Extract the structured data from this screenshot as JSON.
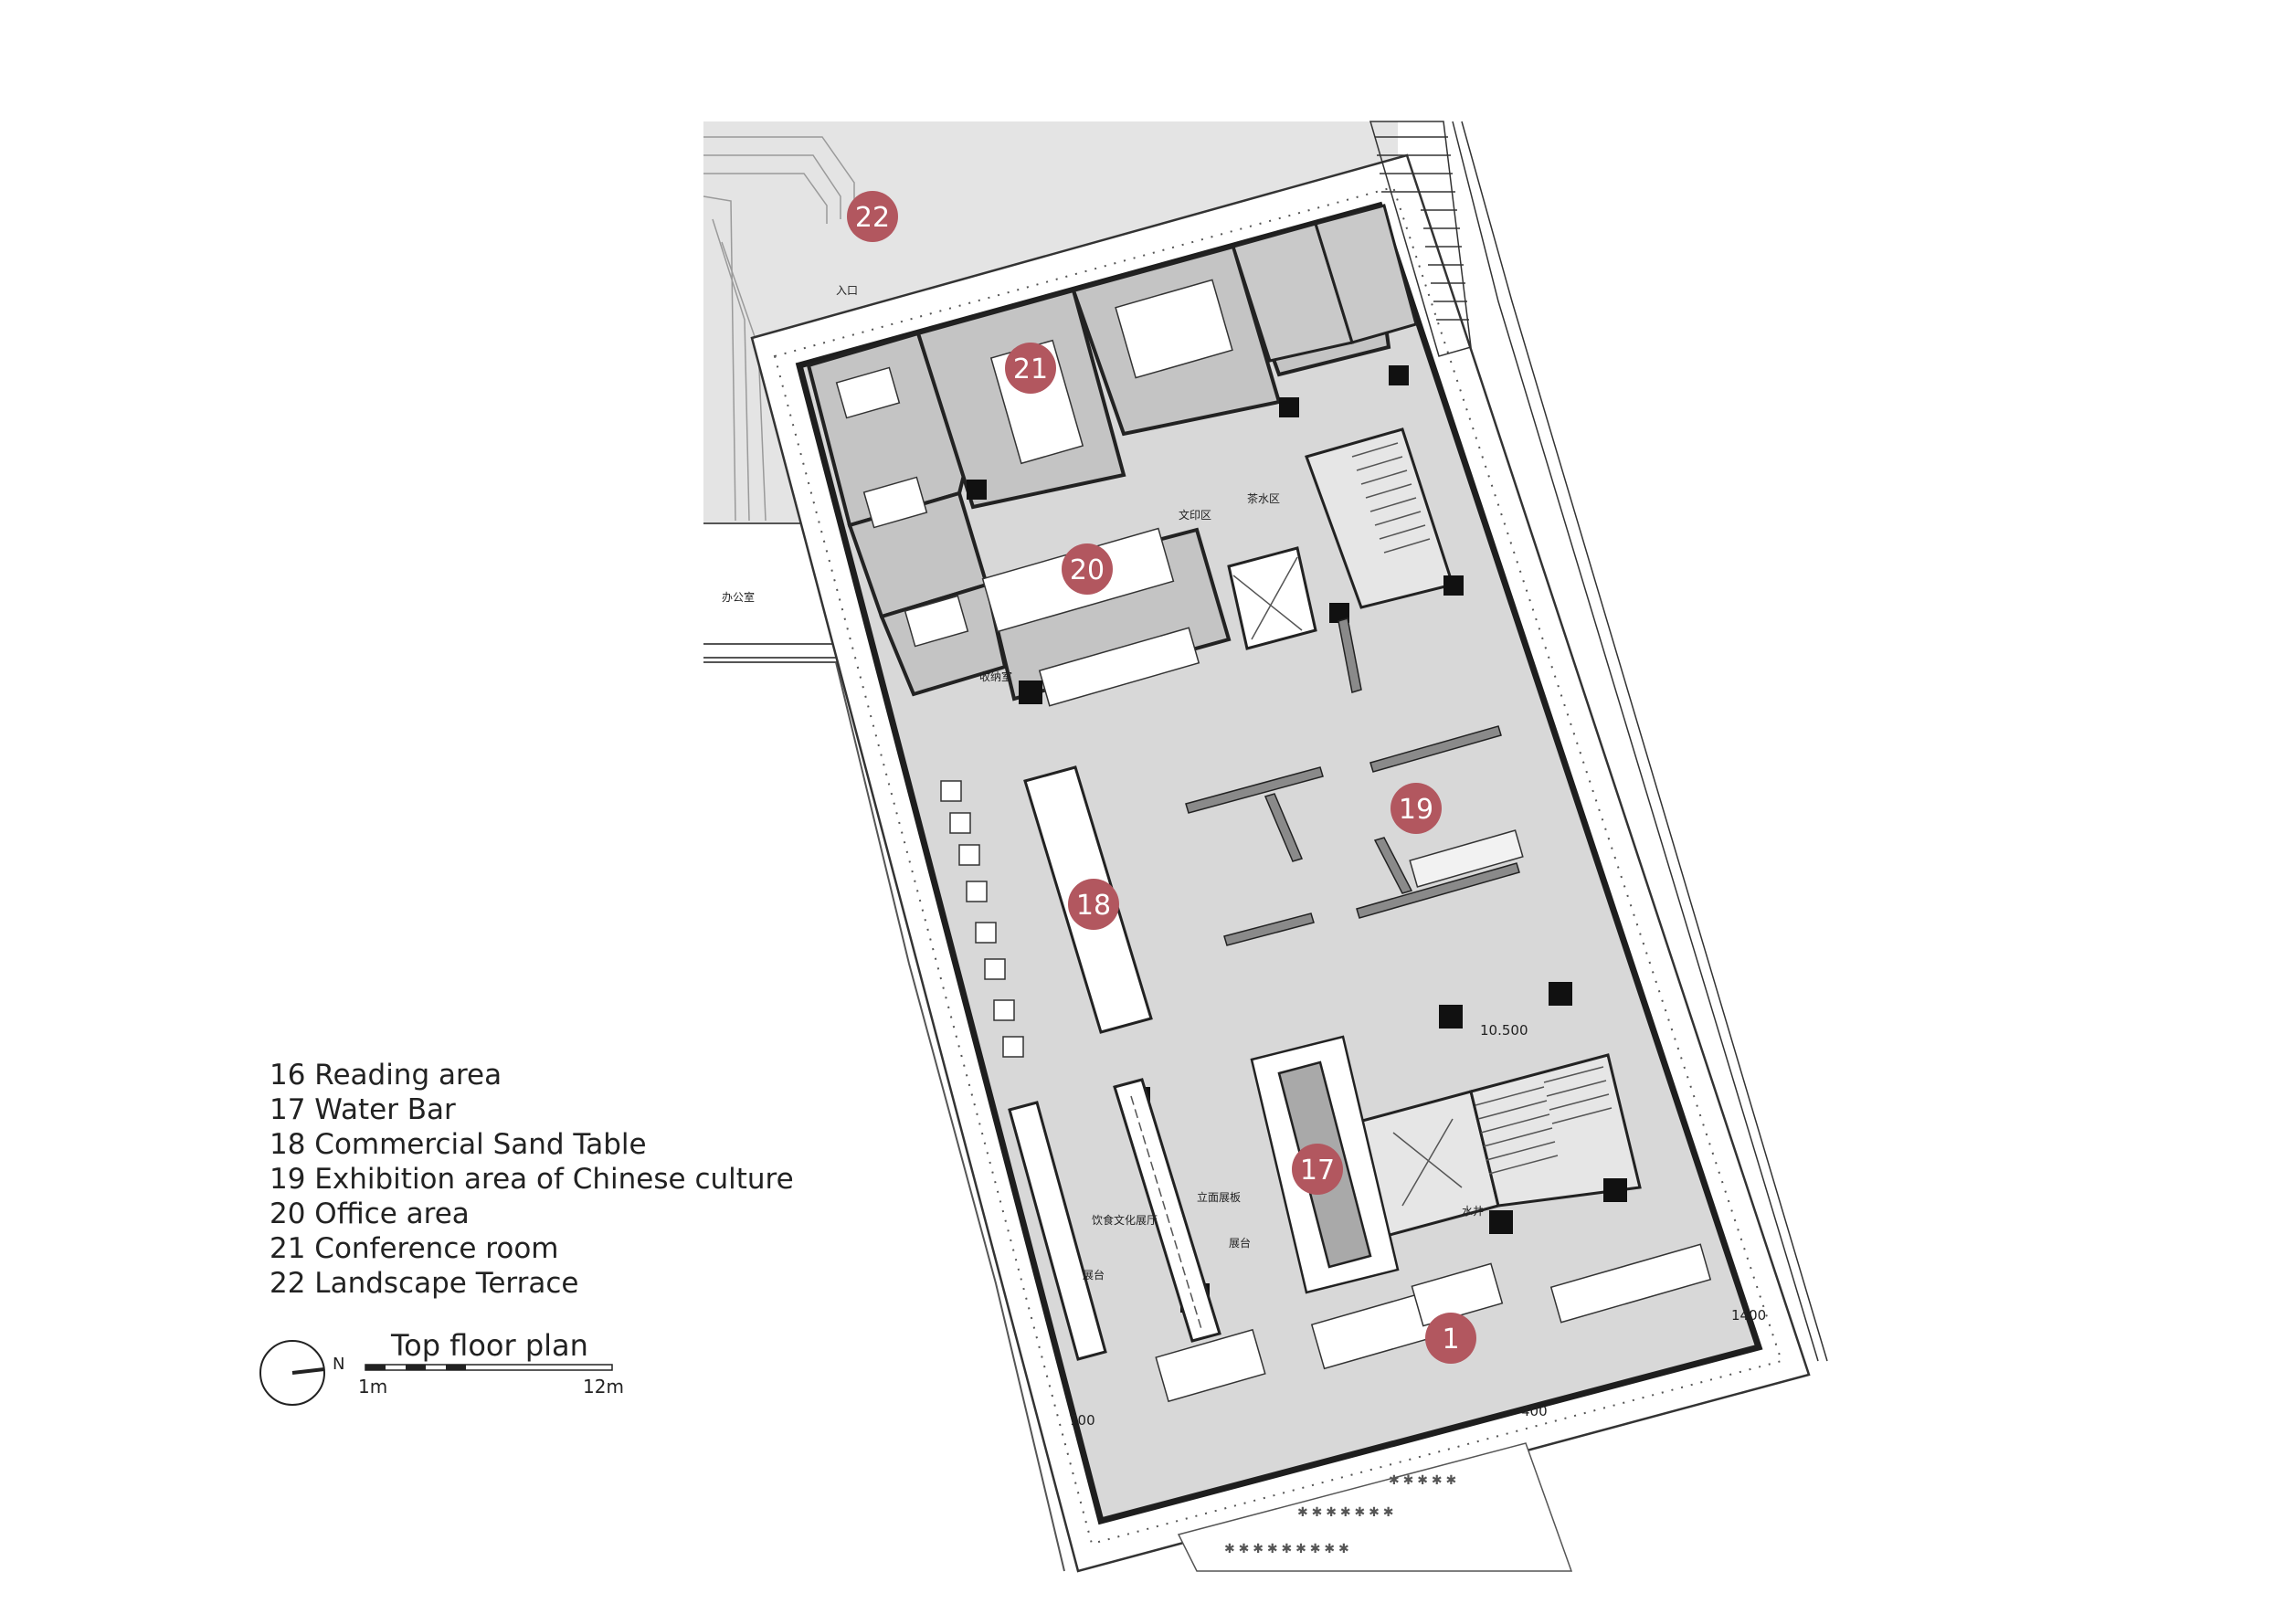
{
  "title": "Top floor plan",
  "legend": [
    "16 Reading area",
    "17 Water Bar",
    "18 Commercial Sand Table",
    "19 Exhibition area of Chinese culture",
    "20 Office area",
    "21 Conference room",
    "22 Landscape Terrace"
  ],
  "scale_bar": {
    "start": "1m",
    "end": "12m"
  },
  "north_label": "N",
  "room_markers": [
    "22",
    "21",
    "20",
    "18",
    "19",
    "17",
    "1"
  ],
  "annotations": {
    "entrance": "入口",
    "office": "办公室",
    "print_area": "文印区",
    "tea_area": "茶水区",
    "storage": "收纳室",
    "food_culture_hall": "饮食文化展厅",
    "display_board": "立面展板",
    "display_stand_1": "展台",
    "display_stand_2": "展台",
    "water_well": "水井",
    "level_1": "10.500",
    "dim_1": "1400",
    "dim_2": "700",
    "dim_3": "400"
  },
  "colors": {
    "marker_fill": "#b2575f",
    "floor": "#d8d8d8",
    "room": "#c4c4c4",
    "terrace": "#e4e4e4",
    "wall": "#222222"
  }
}
